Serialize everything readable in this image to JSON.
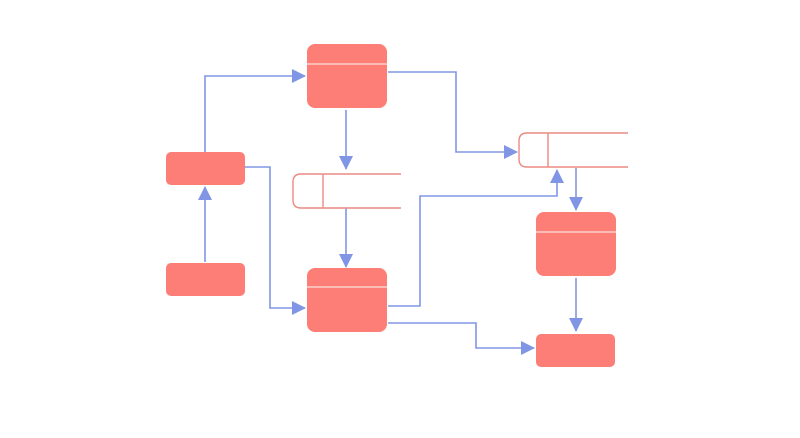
{
  "colors": {
    "background": "#ffffff",
    "process_fill": "#fd7e76",
    "process_divider": "#fbd0cb",
    "datastore_stroke": "#ec8a84",
    "datastore_fill": "#ffffff",
    "connector": "#8096e4"
  },
  "diagram": {
    "type": "data-flow-diagram",
    "nodes": [
      {
        "id": "process-top",
        "kind": "process-with-header"
      },
      {
        "id": "process-left",
        "kind": "entity"
      },
      {
        "id": "process-bottom-left",
        "kind": "entity"
      },
      {
        "id": "datastore-center",
        "kind": "data-store"
      },
      {
        "id": "process-center",
        "kind": "process-with-header"
      },
      {
        "id": "datastore-right",
        "kind": "data-store"
      },
      {
        "id": "process-right",
        "kind": "process-with-header"
      },
      {
        "id": "process-bottom-right",
        "kind": "entity"
      }
    ],
    "edges": [
      {
        "from": "process-bottom-left",
        "to": "process-left"
      },
      {
        "from": "process-left",
        "to": "process-top"
      },
      {
        "from": "process-left",
        "to": "process-center"
      },
      {
        "from": "process-top",
        "to": "datastore-center"
      },
      {
        "from": "process-top",
        "to": "datastore-right"
      },
      {
        "from": "datastore-center",
        "to": "process-center"
      },
      {
        "from": "process-center",
        "to": "datastore-right"
      },
      {
        "from": "datastore-right",
        "to": "process-right"
      },
      {
        "from": "process-right",
        "to": "process-bottom-right"
      },
      {
        "from": "process-center",
        "to": "process-bottom-right"
      }
    ]
  }
}
